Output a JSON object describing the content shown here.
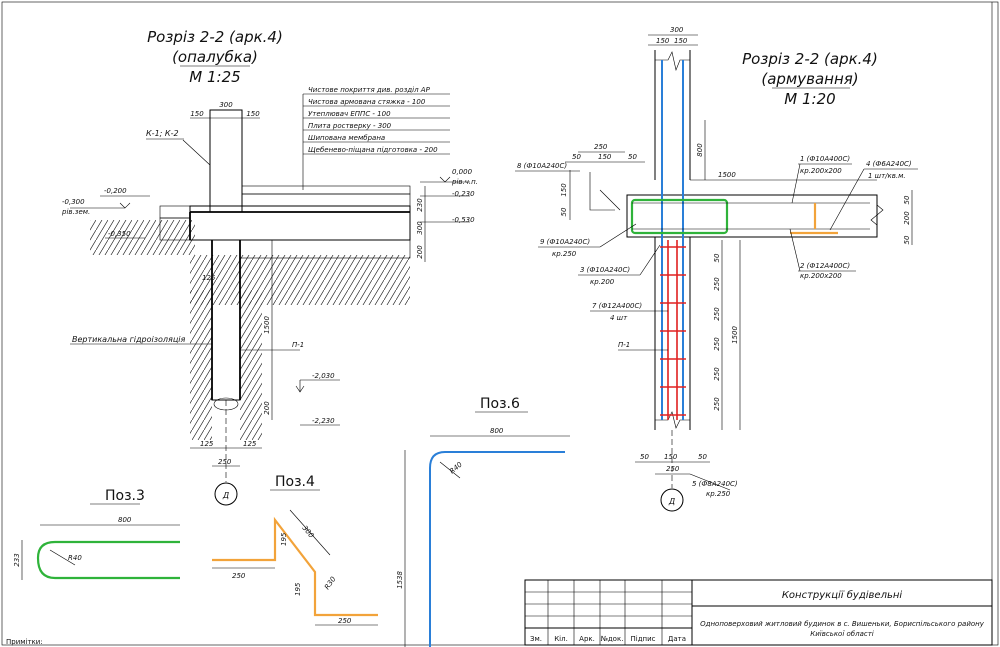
{
  "left_section": {
    "title": "Розріз 2-2 (арк.4)",
    "subtitle": "(опалубка)",
    "scale": "М 1:25",
    "layers": [
      "Чистове покриття див. розділ АР",
      "Чистова армована стяжка - 100",
      "Утеплювач ЕППС - 100",
      "Плита ростверку - 300",
      "Шипована мембрана",
      "Щебенево-піщана підготовка - 200"
    ],
    "marker": "К-1; К-2",
    "levels": {
      "l1": "-0,300",
      "l1_sub": "рів.зем.",
      "l2": "-0,200",
      "l3": "-0,350",
      "r1": "0,000",
      "r1_sub": "рів.ч.п.",
      "r2": "-0,230",
      "r3": "-0,530",
      "b1": "-2,030",
      "b2": "-2,230"
    },
    "dims": {
      "d300": "300",
      "d150a": "150",
      "d150b": "150",
      "d230": "230",
      "d300v": "300",
      "d200": "200",
      "d1500": "1500",
      "d200b": "200",
      "d125a": "125",
      "d125b": "125",
      "d250": "250",
      "d125c": "125"
    },
    "waterproofing": "Вертикальна гідроізоляція",
    "pile": "П-1",
    "axis": "Д"
  },
  "right_section": {
    "title": "Розріз 2-2 (арк.4)",
    "subtitle": "(армування)",
    "scale": "М 1:20",
    "dims": {
      "top300": "300",
      "top150a": "150",
      "top150b": "150",
      "v800": "800",
      "h1500": "1500",
      "s250": "250",
      "s50a": "50",
      "s150": "150",
      "s50b": "50",
      "v150": "150",
      "v50": "50",
      "r50": "50",
      "r200": "200",
      "r50b": "50",
      "p50": "50",
      "p250a": "250",
      "p250b": "250",
      "p250c": "250",
      "p250d": "250",
      "p250e": "250",
      "v1500": "1500",
      "b50a": "50",
      "b150": "150",
      "b50b": "50",
      "b250": "250"
    },
    "labels": {
      "l8": "8 (Ф10А240С)",
      "l9": "9 (Ф10А240С)",
      "l9b": "кр.250",
      "l3": "3 (Ф10А240С)",
      "l3b": "кр.200",
      "l7": "7 (Ф12А400С)",
      "l7b": "4 шт",
      "l1": "1 (Ф10А400С)",
      "l1b": "кр.200х200",
      "l4": "4 (Ф6А240С)",
      "l4b": "1 шт/кв.м.",
      "l2": "2 (Ф12А400С)",
      "l2b": "кр.200х200",
      "l5": "5 (Ф8А240С)",
      "l5b": "кр.250"
    },
    "pile": "П-1",
    "axis": "Д"
  },
  "details": {
    "pos3": {
      "title": "Поз.3",
      "len": "800",
      "h": "233",
      "r": "R40"
    },
    "pos4": {
      "title": "Поз.4",
      "d300": "300",
      "d195a": "195",
      "d195b": "195",
      "d250a": "250",
      "d250b": "250",
      "r": "R30"
    },
    "pos6": {
      "title": "Поз.6",
      "len": "800",
      "h": "1538",
      "r": "R40"
    }
  },
  "notes_label": "Примітки:",
  "title_block": {
    "headers": [
      "Зм.",
      "Кіл.",
      "Арк.",
      "№док.",
      "Підпис",
      "Дата"
    ],
    "name": "Конструкції будівельні",
    "project_line1": "Одноповерховий житловий будинок в с. Вишеньки, Бориспільського району",
    "project_line2": "Київської області"
  },
  "colors": {
    "rebar_blue": "#2a7fd8",
    "rebar_red": "#e02020",
    "rebar_green": "#2fb33a",
    "rebar_orange": "#f2a33a"
  }
}
